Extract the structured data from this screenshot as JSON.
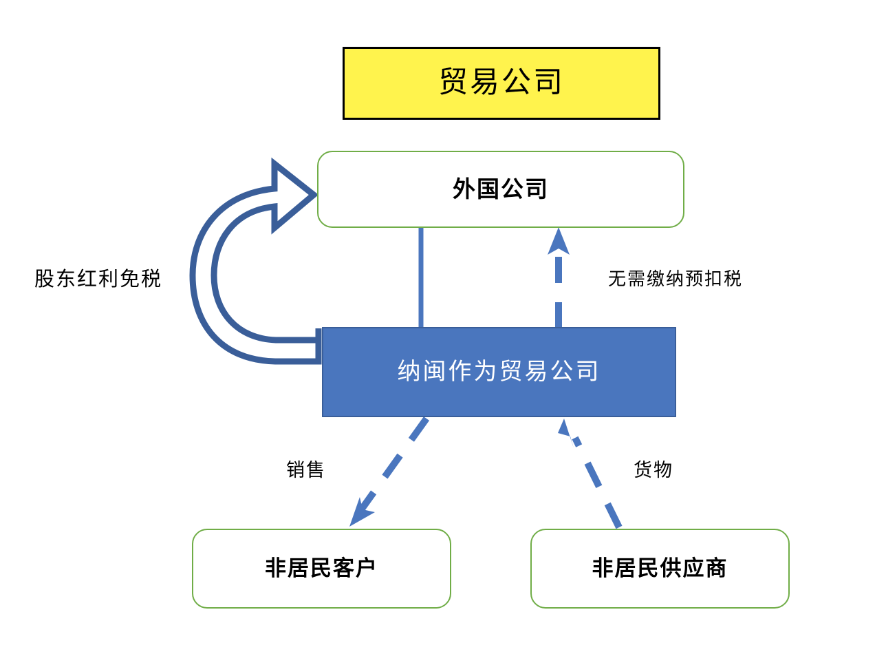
{
  "diagram": {
    "title_box": {
      "label": "贸易公司",
      "fill": "#FFF34D",
      "border": "#000000"
    },
    "nodes": [
      {
        "id": "foreign-company",
        "label": "外国公司",
        "shape": "rounded-rect",
        "fill": "#FFFFFF",
        "border": "#70AD47"
      },
      {
        "id": "labuan-trading-company",
        "label": "纳闽作为贸易公司",
        "shape": "rect",
        "fill": "#4A76BE",
        "border": "#3A5E99"
      },
      {
        "id": "non-resident-customer",
        "label": "非居民客户",
        "shape": "rounded-rect",
        "fill": "#FFFFFF",
        "border": "#70AD47"
      },
      {
        "id": "non-resident-supplier",
        "label": "非居民供应商",
        "shape": "rounded-rect",
        "fill": "#FFFFFF",
        "border": "#70AD47"
      }
    ],
    "edges": [
      {
        "id": "dividend-exemption",
        "label": "股东红利免税",
        "from": "labuan-trading-company",
        "to": "foreign-company",
        "style": "curved-block-arrow",
        "color": "#3A5E99"
      },
      {
        "id": "ownership-line",
        "label": "",
        "from": "foreign-company",
        "to": "labuan-trading-company",
        "style": "solid-line",
        "color": "#4A76BE"
      },
      {
        "id": "withholding-tax",
        "label": "无需缴纳预扣税",
        "from": "labuan-trading-company",
        "to": "foreign-company",
        "style": "dashed-arrow",
        "color": "#4A76BE"
      },
      {
        "id": "sales",
        "label": "销售",
        "from": "labuan-trading-company",
        "to": "non-resident-customer",
        "style": "dashed-arrow",
        "color": "#4A76BE"
      },
      {
        "id": "goods",
        "label": "货物",
        "from": "non-resident-supplier",
        "to": "labuan-trading-company",
        "style": "dashed-arrow",
        "color": "#4A76BE"
      }
    ],
    "colors": {
      "accent_blue": "#4A76BE",
      "arrow_blue": "#3A5E99",
      "green_border": "#70AD47",
      "yellow_fill": "#FFF34D",
      "background": "#FFFFFF"
    }
  }
}
